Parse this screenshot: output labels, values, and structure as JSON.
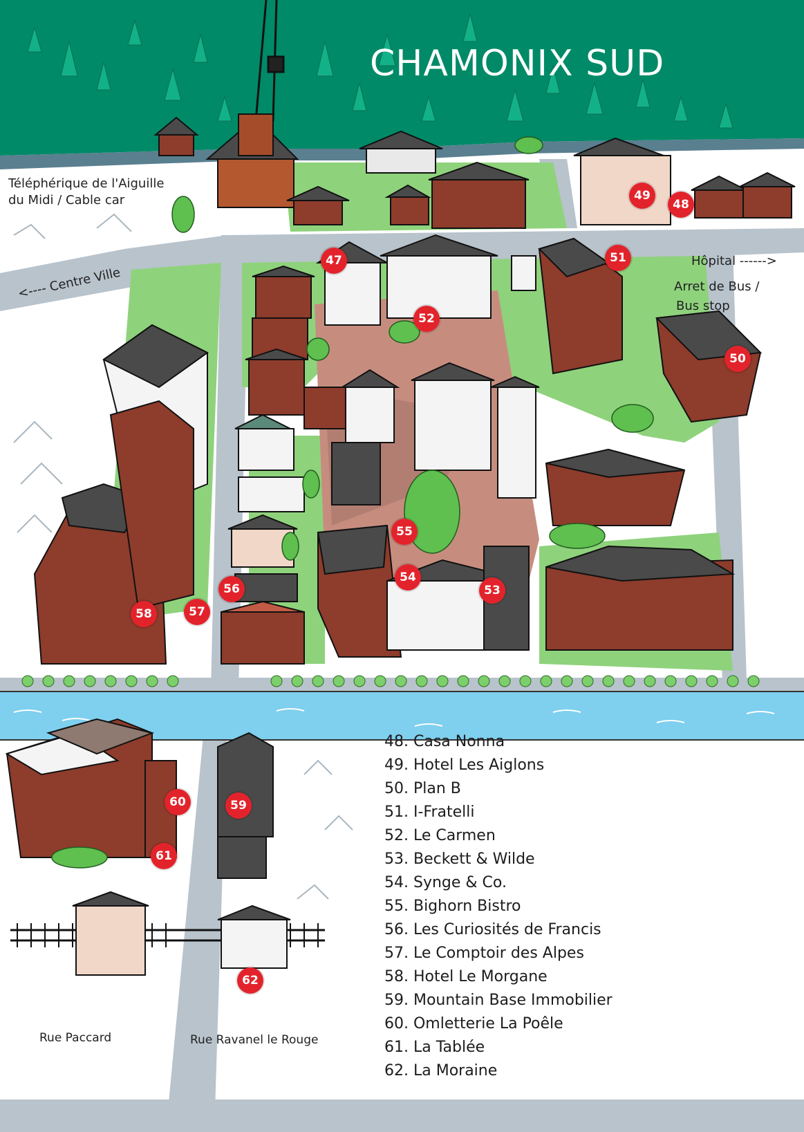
{
  "title": "CHAMONIX SUD",
  "labels": {
    "cable_car_line1": "Téléphérique de l'Aiguille",
    "cable_car_line2": "du Midi / Cable car",
    "centre_ville": "<---- Centre Ville",
    "hopital": "Hôpital ------>",
    "bus_line1": "Arret de Bus /",
    "bus_line2": "Bus stop",
    "rue_paccard": "Rue Paccard",
    "rue_ravanel": "Rue Ravanel le Rouge"
  },
  "markers": [
    "47",
    "48",
    "49",
    "50",
    "51",
    "52",
    "53",
    "54",
    "55",
    "56",
    "57",
    "58",
    "59",
    "60",
    "61",
    "62"
  ],
  "legend": [
    "48. Casa Nonna",
    "49. Hotel Les Aiglons",
    "50. Plan B",
    "51. I-Fratelli",
    "52. Le Carmen",
    "53. Beckett & Wilde",
    "54. Synge & Co.",
    "55. Bighorn Bistro",
    "56. Les Curiosités de Francis",
    "57. Le Comptoir des Alpes",
    "58. Hotel Le Morgane",
    "59. Mountain Base Immobilier",
    "60. Omletterie La Poêle",
    "61. La Tablée",
    "62. La Moraine"
  ],
  "colors": {
    "forest": "#008a67",
    "road": "#b8c3cc",
    "grass": "#8fd27c",
    "plaza": "#c68d7f",
    "river": "#7fcfee",
    "marker": "#e3232b",
    "roof": "#4a4a4a",
    "wall": "#8e3c2c"
  }
}
